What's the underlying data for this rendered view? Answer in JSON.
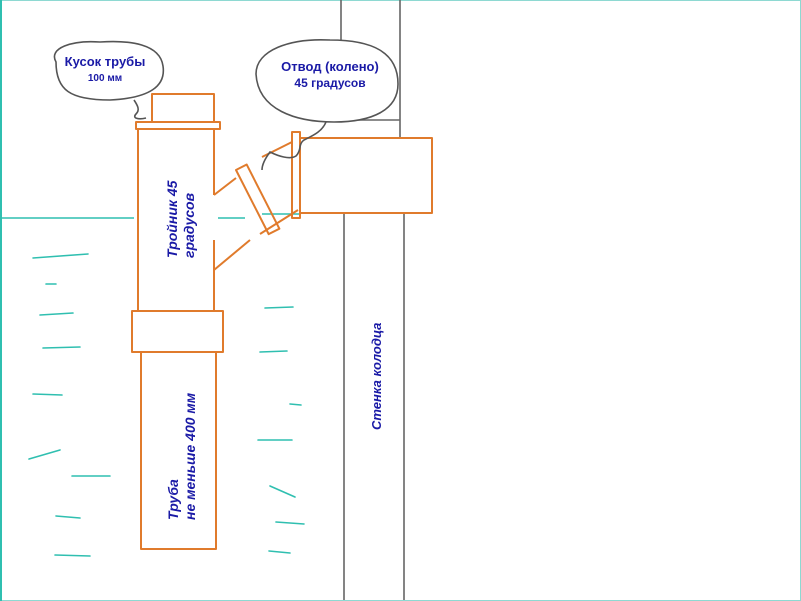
{
  "labels": {
    "pipe_piece_line1": "Кусок трубы",
    "pipe_piece_line2": "100 мм",
    "elbow_line1": "Отвод (колено)",
    "elbow_line2": "45 градусов",
    "tee_line1": "Тройник 45",
    "tee_line2": "градусов",
    "pipe_line1": "Труба",
    "pipe_line2": "не меньше  400 мм",
    "wall": "Стенка колодца"
  },
  "colors": {
    "pipe": "#e07b2c",
    "water": "#2fbfb0",
    "wall": "#666666",
    "text": "#1a1aa6",
    "bubble": "#555555"
  }
}
